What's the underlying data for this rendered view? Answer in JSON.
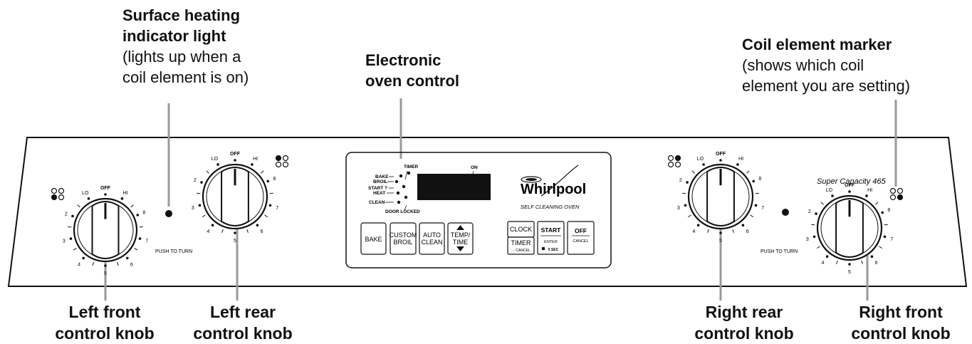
{
  "callouts": {
    "surface_light": {
      "title": [
        "Surface heating",
        "indicator light"
      ],
      "desc": [
        "(lights up when a",
        "coil element is on)"
      ]
    },
    "electronic_control": {
      "title": [
        "Electronic",
        "oven control"
      ]
    },
    "coil_marker": {
      "title": [
        "Coil element marker"
      ],
      "desc": [
        "(shows which coil",
        "element you are setting)"
      ]
    }
  },
  "bottom_labels": {
    "left_front": [
      "Left front",
      "control knob"
    ],
    "left_rear": [
      "Left rear",
      "control knob"
    ],
    "right_rear": [
      "Right rear",
      "control knob"
    ],
    "right_front": [
      "Right front",
      "control knob"
    ]
  },
  "panel": {
    "push_to_turn": "PUSH TO TURN",
    "model": "Super Capacity 465",
    "knob_labels": {
      "off": "OFF",
      "lo": "LO",
      "hi": "HI",
      "numbers": [
        "2",
        "3",
        "4",
        "5",
        "6",
        "7",
        "8"
      ]
    }
  },
  "oven_control": {
    "indicators": {
      "timer": "TIMER",
      "on": "ON",
      "bake": "BAKE",
      "broil": "BROIL",
      "start": "START ?",
      "heat": "HEAT",
      "clean": "CLEAN",
      "door_locked": "DOOR LOCKED"
    },
    "brand": "Whirlpool",
    "subtitle": "SELF CLEANING OVEN",
    "buttons": {
      "bake": "BAKE",
      "custom_broil": [
        "CUSTOM",
        "BROIL"
      ],
      "auto_clean": [
        "AUTO",
        "CLEAN"
      ],
      "temp_time": [
        "TEMP/",
        "TIME"
      ],
      "clock": "CLOCK",
      "timer": "TIMER",
      "timer_sub": "- - CANCEL",
      "start": "START",
      "start_sub": "ENTER",
      "start_sub2": "5 SEC",
      "off": "OFF",
      "off_sub": "CANCEL"
    }
  },
  "colors": {
    "leader": "#9a9a9a",
    "outline": "#111111"
  }
}
